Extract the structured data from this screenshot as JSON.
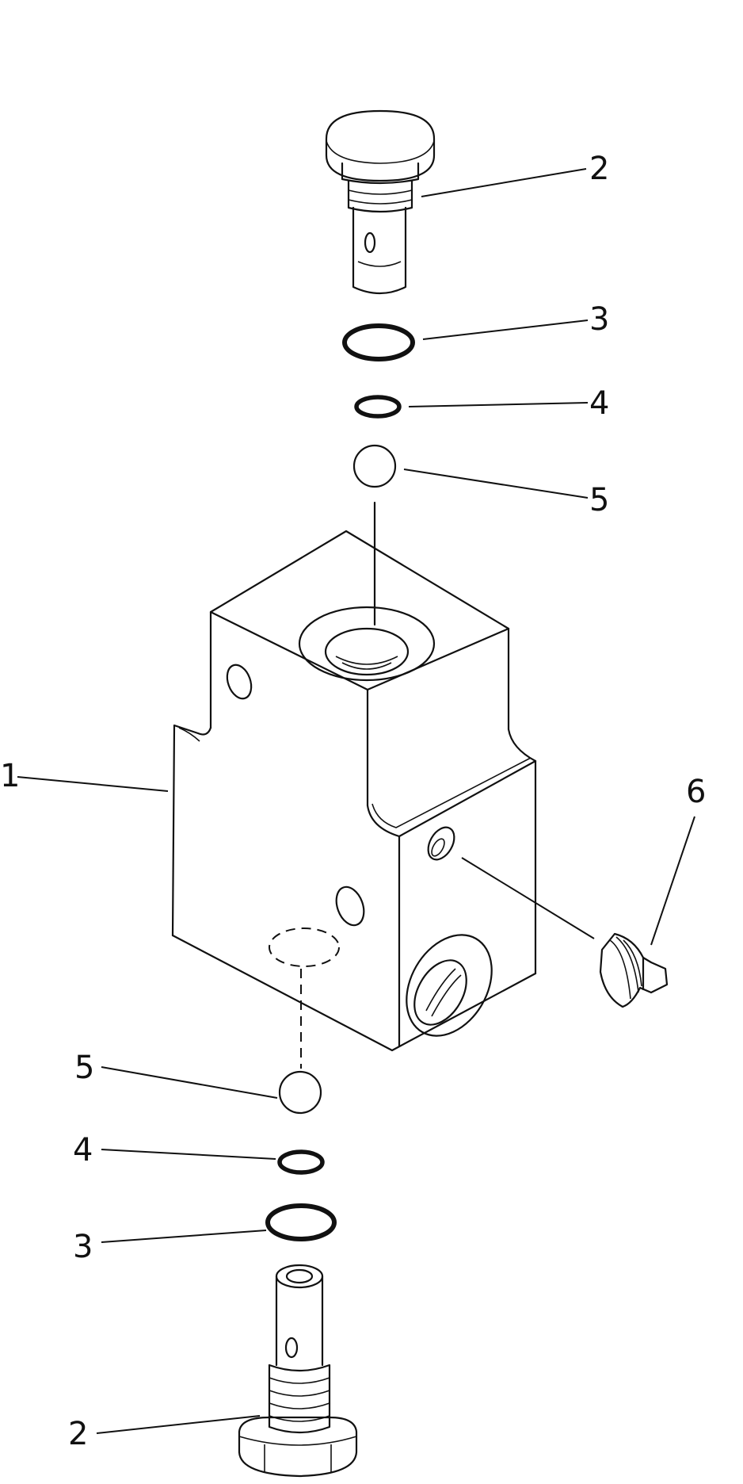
{
  "diagram": {
    "callouts": [
      {
        "id": "top-2",
        "label": "2"
      },
      {
        "id": "top-3",
        "label": "3"
      },
      {
        "id": "top-4",
        "label": "4"
      },
      {
        "id": "top-5",
        "label": "5"
      },
      {
        "id": "body-1",
        "label": "1"
      },
      {
        "id": "plug-6",
        "label": "6"
      },
      {
        "id": "bot-5",
        "label": "5"
      },
      {
        "id": "bot-4",
        "label": "4"
      },
      {
        "id": "bot-3",
        "label": "3"
      },
      {
        "id": "bot-2",
        "label": "2"
      }
    ]
  }
}
